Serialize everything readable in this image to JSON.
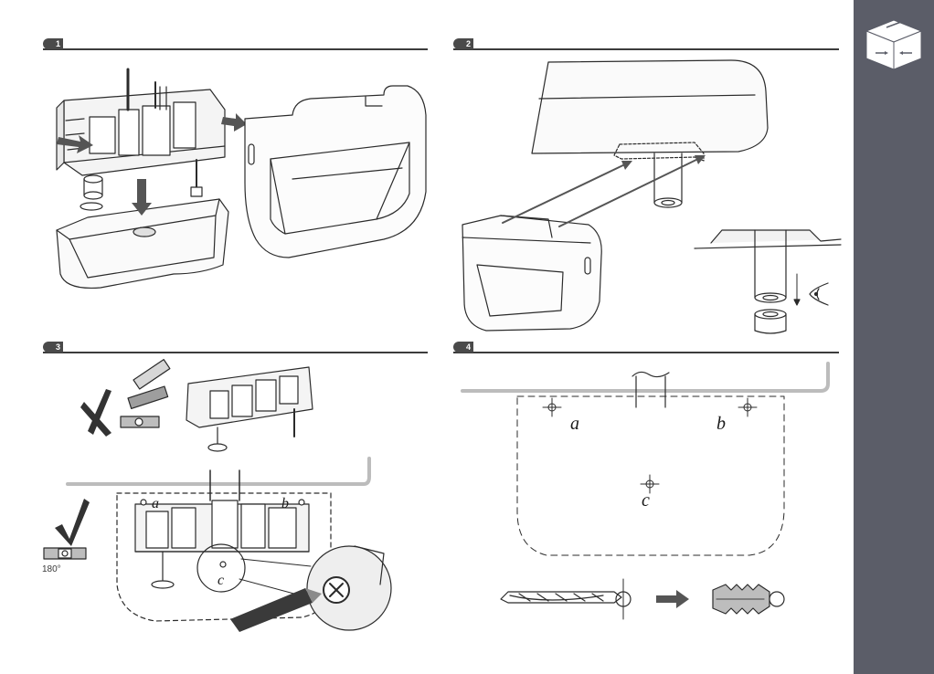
{
  "steps": [
    {
      "number": "1"
    },
    {
      "number": "2"
    },
    {
      "number": "3"
    },
    {
      "number": "4"
    }
  ],
  "step3": {
    "points": [
      "a",
      "b",
      "c"
    ],
    "level_angle": "180°"
  },
  "step4": {
    "points": [
      "a",
      "b",
      "c"
    ]
  },
  "colors": {
    "sidebar": "#5b5d68",
    "header_badge": "#4a4a4a",
    "arrow": "#555555",
    "line_art": "#2b2b2b"
  },
  "icons": [
    "box-icon",
    "prohibited-x-icon",
    "checkmark-icon",
    "eye-icon",
    "drill-bit-icon",
    "wall-plug-icon"
  ]
}
